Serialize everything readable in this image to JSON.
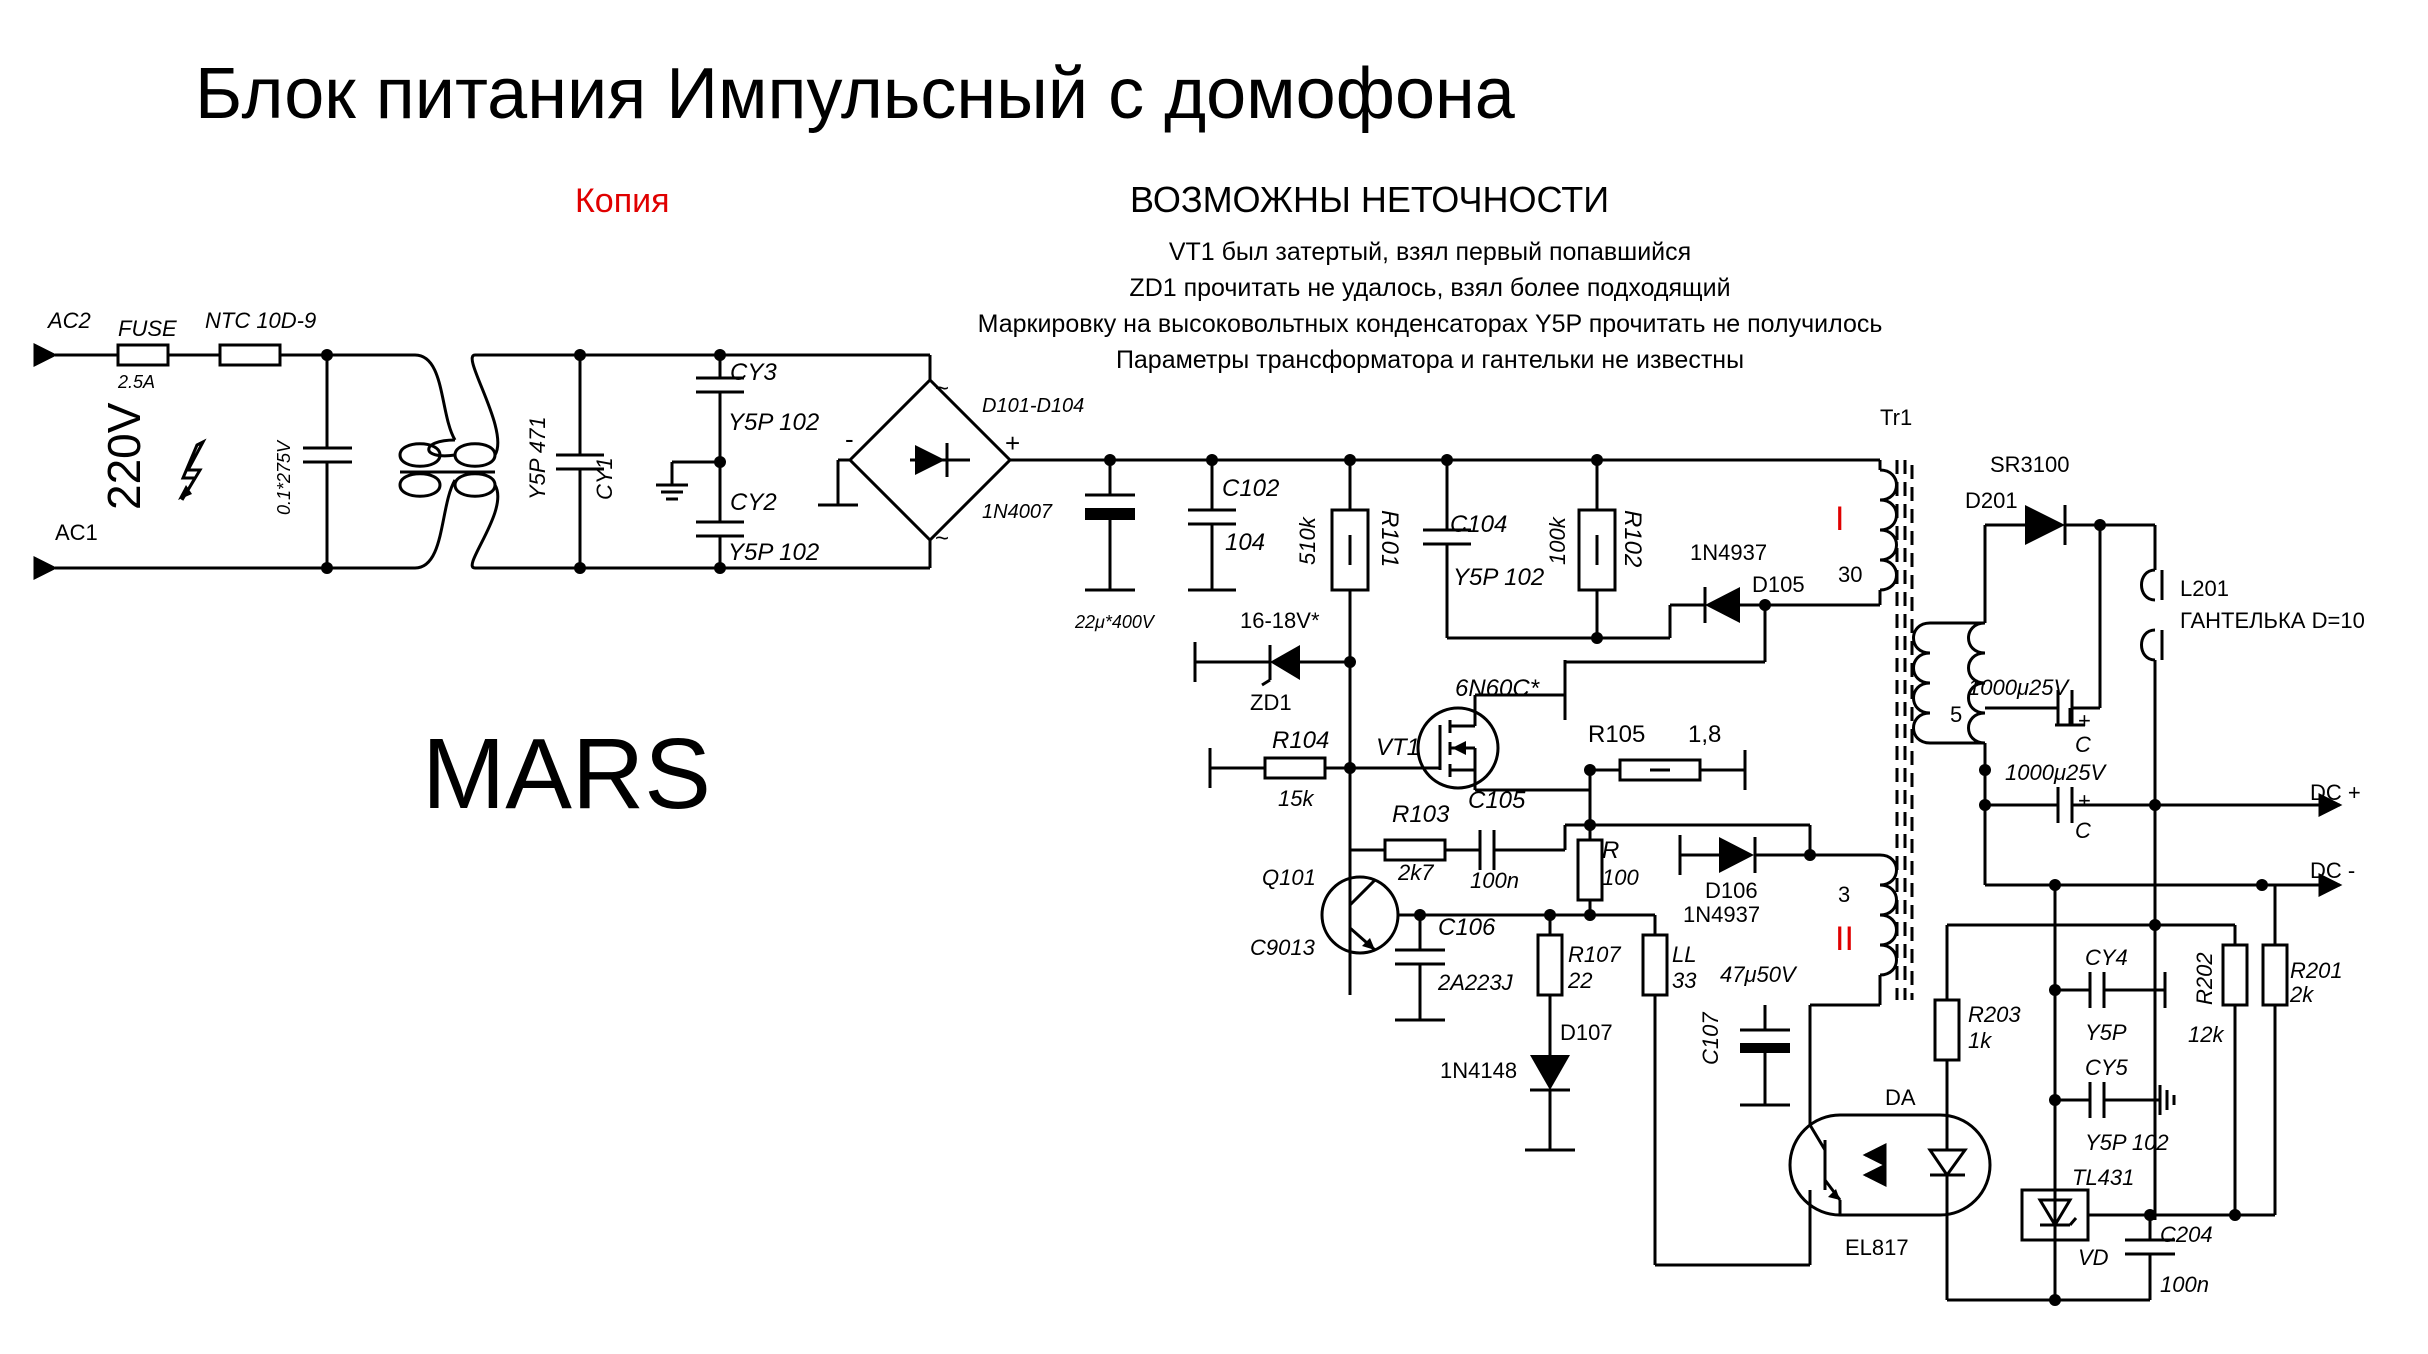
{
  "header": {
    "title": "Блок питания Импульсный с домофона",
    "copy_label": "Копия",
    "warning_title": "ВОЗМОЖНЫ НЕТОЧНОСТИ",
    "notes": [
      "VT1 был затертый, взял первый попавшийся",
      "ZD1 прочитать не удалось, взял более подходящий",
      "Маркировку на высоковольтных конденсаторах Y5P прочитать не получилось",
      "Параметры трансформатора и гантельки не известны"
    ],
    "brand": "MARS"
  },
  "colors": {
    "wire": "#000000",
    "accent": "#e00000",
    "background": "#ffffff"
  },
  "labels": {
    "ac2": "AC2",
    "ac1": "AC1",
    "fuse": "FUSE",
    "fuse_rating": "2.5A",
    "ntc": "NTC 10D-9",
    "voltage": "220V",
    "cap_x": "0.1*275V",
    "cap_y471": "Y5P 471",
    "cy1": "CY1",
    "cy3": "CY3",
    "cy3_val": "Y5P 102",
    "cy2": "CY2",
    "cy2_val": "Y5P 102",
    "bridge": "D101-D104",
    "bridge_part": "1N4007",
    "bridge_minus": "-",
    "bridge_plus": "+",
    "tilde_top_left": "~",
    "tilde_bottom_right": "~",
    "c_bulk": "22μ*400V",
    "c102": "C102",
    "c102_val": "104",
    "r101": "R101",
    "r101_val": "510k",
    "c104": "C104",
    "c104_val": "Y5P 102",
    "r102": "R102",
    "r102_val": "100k",
    "d105_part": "1N4937",
    "d105": "D105",
    "zd1_val": "16-18V*",
    "zd1": "ZD1",
    "vt1_part": "6N60C*",
    "vt1": "VT1",
    "r104": "R104",
    "r104_val": "15k",
    "r105": "R105",
    "r105_val": "1,8",
    "r103": "R103",
    "r103_val": "2k7",
    "c105": "C105",
    "c105_val": "100n",
    "r_fb": "R",
    "r_fb_val": "100",
    "d106": "D106",
    "d106_part": "1N4937",
    "q101": "Q101",
    "q101_part": "C9013",
    "c106": "C106",
    "c106_val": "2A223J",
    "r107": "R107",
    "r107_val": "22",
    "ll": "LL",
    "ll_val": "33",
    "c107": "C107",
    "c107_val": "47μ50V",
    "d107": "D107",
    "d107_part": "1N4148",
    "tr1": "Tr1",
    "winding1": "I",
    "winding1_turns": "30",
    "winding2_turns": "3",
    "winding2": "II",
    "winding3_turns": "5",
    "sr": "SR3100",
    "d201": "D201",
    "l201": "L201",
    "l201_desc": "ГАНТЕЛЬКА D=10",
    "c_out1_val": "1000μ25V",
    "c_out1": "C",
    "c_out2_val": "1000μ25V",
    "c_out2": "C",
    "plus_sign": "+",
    "dc_plus": "DC +",
    "dc_minus": "DC -",
    "r203": "R203",
    "r203_val": "1k",
    "cy4": "CY4",
    "cy4_val": "Y5P",
    "cy5": "CY5",
    "cy5_val": "Y5P 102",
    "r202": "R202",
    "r202_val": "12k",
    "r201": "R201",
    "r201_val": "2k",
    "da": "DA",
    "el817": "EL817",
    "tl431": "TL431",
    "vd": "VD",
    "c204": "C204",
    "c204_val": "100n"
  }
}
